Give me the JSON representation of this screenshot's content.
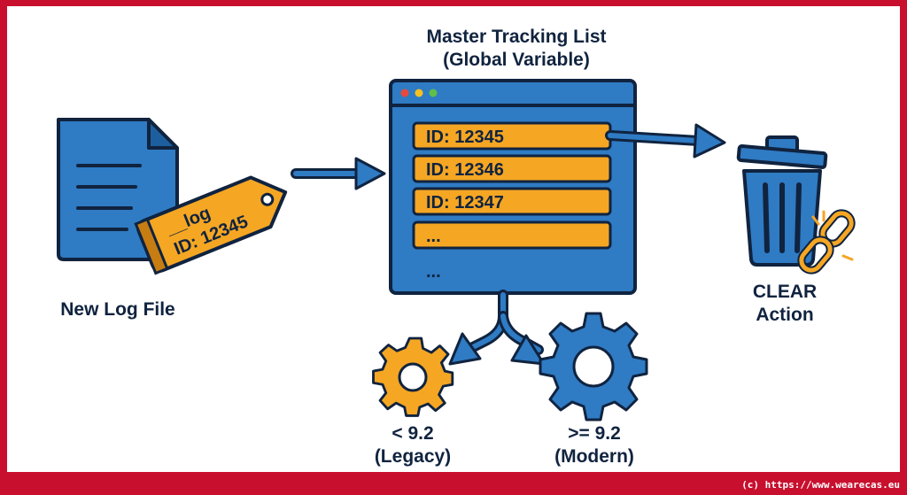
{
  "title_line1": "Master Tracking List",
  "title_line2": "(Global Variable)",
  "log_file_label": "New Log File",
  "tag_line1": "__log",
  "tag_line2": "ID: 12345",
  "list_rows": [
    "ID: 12345",
    "ID: 12346",
    "ID: 12347",
    "..."
  ],
  "list_more": "...",
  "clear_line1": "CLEAR",
  "clear_line2": "Action",
  "legacy_line1": "< 9.2",
  "legacy_line2": "(Legacy)",
  "modern_line1": ">= 9.2",
  "modern_line2": "(Modern)",
  "footer": "(c) https://www.wearecas.eu",
  "colors": {
    "border": "#c8102e",
    "blue": "#2f7bc4",
    "navy": "#10233f",
    "orange": "#f5a623",
    "dark_orange": "#c77d12"
  }
}
